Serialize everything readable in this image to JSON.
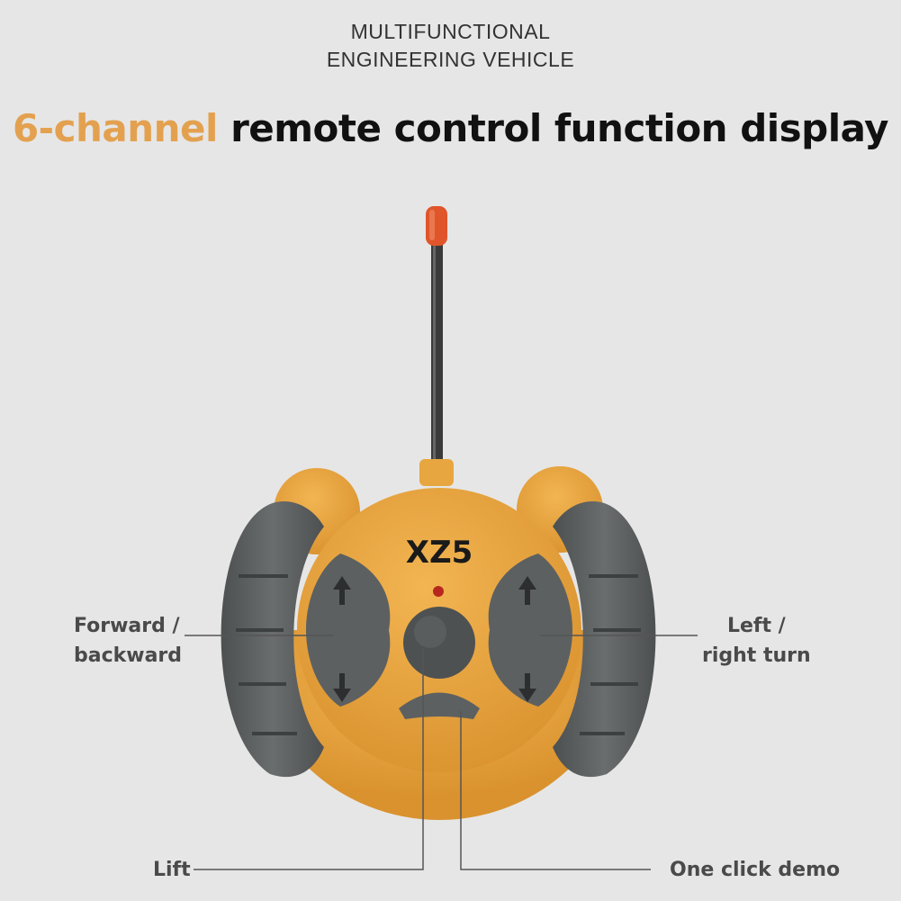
{
  "header": {
    "subtitle_line1": "MULTIFUNCTIONAL",
    "subtitle_line2": "ENGINEERING VEHICLE",
    "headline_accent": "6-channel",
    "headline_rest": "remote control function display",
    "accent_color": "#e3a14f"
  },
  "remote": {
    "brand": "XZ5",
    "body_color": "#e8a640",
    "grip_color": "#5a5d5e",
    "antenna_tip_color": "#e0552a"
  },
  "callouts": {
    "forward_backward_line1": "Forward /",
    "forward_backward_line2": "backward",
    "left_right_line1": "Left /",
    "left_right_line2": "right turn",
    "lift": "Lift",
    "demo": "One click demo"
  }
}
